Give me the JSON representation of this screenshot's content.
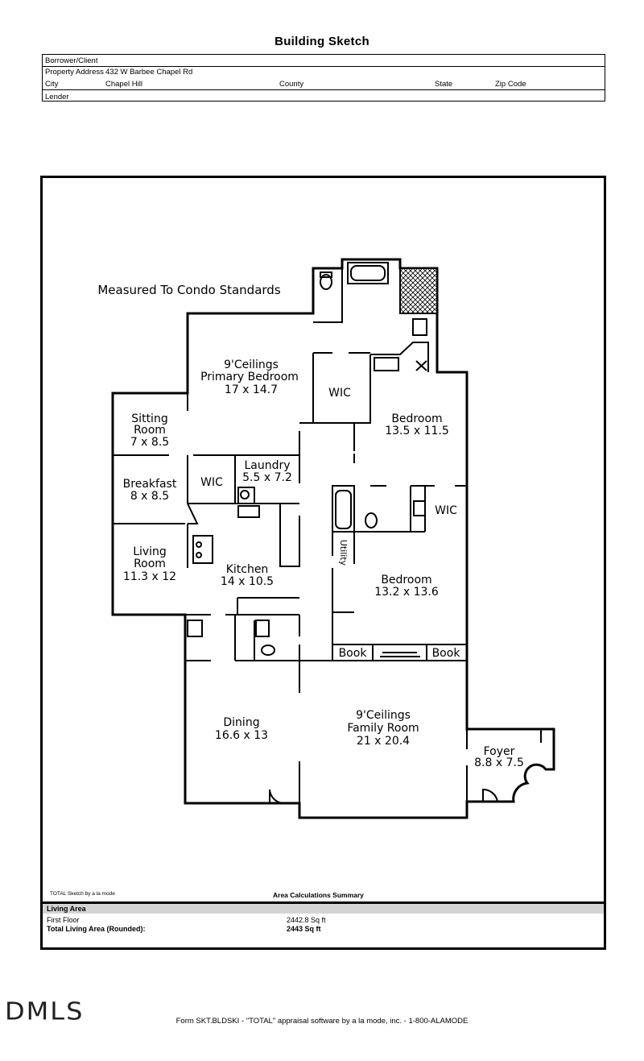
{
  "title": "Building Sketch",
  "header": {
    "borrower_label": "Borrower/Client",
    "borrower_value": "",
    "address_label": "Property Address",
    "address_value": "432 W Barbee Chapel Rd",
    "city_label": "City",
    "city_value": "Chapel Hill",
    "county_label": "County",
    "state_label": "State",
    "zip_label": "Zip Code",
    "lender_label": "Lender"
  },
  "note": "Measured To Condo Standards",
  "rooms": {
    "primary_bedroom": [
      "9'Ceilings",
      "Primary Bedroom",
      "17 x 14.7"
    ],
    "wic_primary": [
      "WIC"
    ],
    "bedroom_1": [
      "Bedroom",
      "13.5 x 11.5"
    ],
    "sitting_room": [
      "Sitting",
      "Room",
      "7 x 8.5"
    ],
    "laundry": [
      "Laundry",
      "5.5 x 7.2"
    ],
    "breakfast": [
      "Breakfast",
      "8 x 8.5"
    ],
    "wic_laundry": [
      "WIC"
    ],
    "wic_bedroom": [
      "WIC"
    ],
    "utility": [
      "Utility"
    ],
    "living_room": [
      "Living",
      "Room",
      "11.3 x 12"
    ],
    "kitchen": [
      "Kitchen",
      "14 x 10.5"
    ],
    "bedroom_2": [
      "Bedroom",
      "13.2 x 13.6"
    ],
    "book_left": [
      "Book"
    ],
    "book_right": [
      "Book"
    ],
    "dining": [
      "Dining",
      "16.6 x 13"
    ],
    "family_room": [
      "9'Ceilings",
      "Family Room",
      "21 x 20.4"
    ],
    "foyer": [
      "Foyer",
      "8.8 x 7.5"
    ]
  },
  "sketch_credit": "TOTAL Sketch by a la mode",
  "summary": {
    "title": "Area Calculations Summary",
    "section": "Living Area",
    "first_floor_label": "First Floor",
    "first_floor_value": "2442.8 Sq ft",
    "total_label": "Total Living Area (Rounded):",
    "total_value": "2443 Sq ft"
  },
  "logo_text": "DMLS",
  "footer": "Form SKT.BLDSKI - \"TOTAL\" appraisal software by a la mode, inc. - 1-800-ALAMODE"
}
